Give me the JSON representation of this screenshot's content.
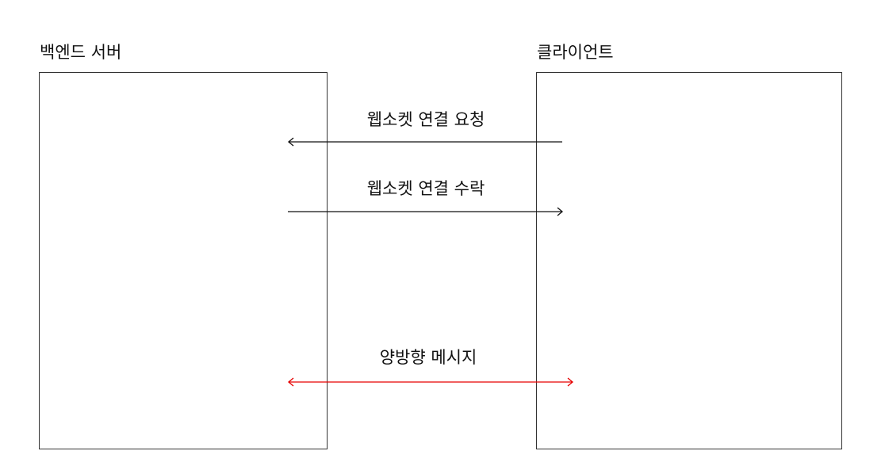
{
  "participants": {
    "server": "백엔드 서버",
    "client": "클라이언트"
  },
  "messages": {
    "request": "웹소켓 연결 요청",
    "accept": "웹소켓 연결 수락",
    "bidirectional": "양방향 메시지"
  },
  "colors": {
    "line": "#111111",
    "bidirectional": "#e60000",
    "border": "#333333"
  }
}
